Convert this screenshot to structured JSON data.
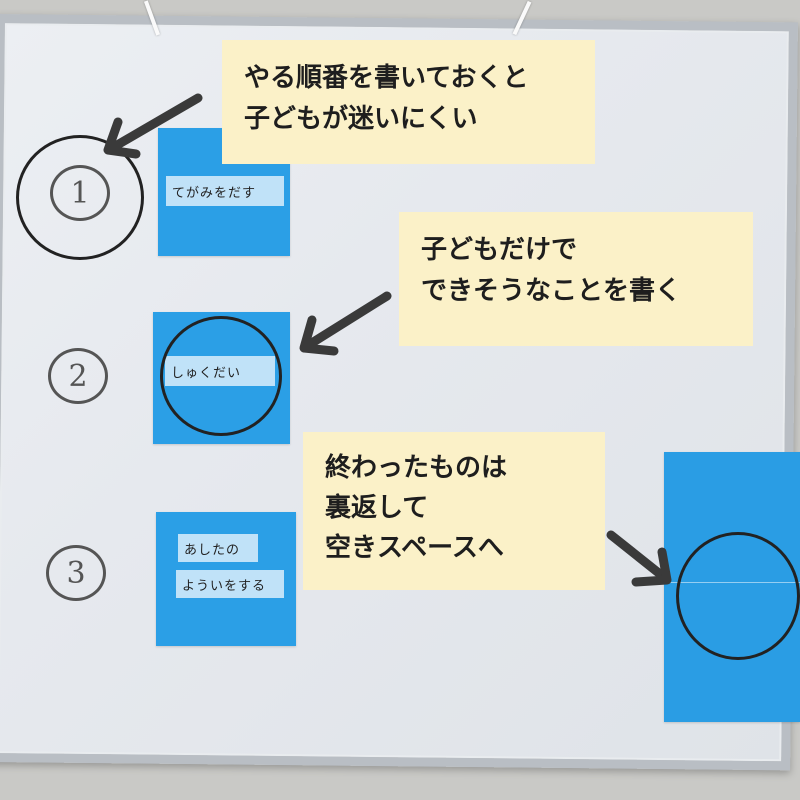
{
  "callouts": {
    "order": {
      "lines": [
        "やる順番を書いておくと",
        "子どもが迷いにくい"
      ]
    },
    "simple": {
      "lines": [
        "子どもだけで",
        "できそうなことを書く"
      ]
    },
    "flip": {
      "lines": [
        "終わったものは",
        "裏返して",
        "空きスペースへ"
      ]
    }
  },
  "steps": [
    {
      "number": "1",
      "card_lines": [
        "てがみをだす"
      ]
    },
    {
      "number": "2",
      "card_lines": [
        "しゅくだい"
      ]
    },
    {
      "number": "3",
      "card_lines": [
        "あしたの",
        "よういをする"
      ]
    }
  ],
  "colors": {
    "card_blue": "#2b9fe6",
    "callout_bg": "#fbf1c8",
    "arrow": "#3a3a3a",
    "marker": "#222222"
  }
}
